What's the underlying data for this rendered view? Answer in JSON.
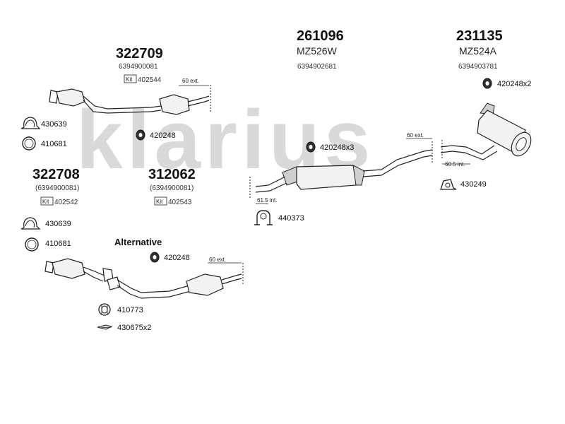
{
  "watermark": "klarius",
  "groups": [
    {
      "id": "g322709",
      "code": "322709",
      "ref": "6394900081",
      "kit_label": "Kit",
      "kit": "402544",
      "ext": "60 ext."
    },
    {
      "id": "g261096",
      "code": "261096",
      "model": "MZ526W",
      "ref": "6394902681"
    },
    {
      "id": "g231135",
      "code": "231135",
      "model": "MZ524A",
      "ref": "6394903781"
    },
    {
      "id": "g322708",
      "code": "322708",
      "ref": "(6394900081)",
      "kit_label": "Kit",
      "kit": "402542"
    },
    {
      "id": "g312062",
      "code": "312062",
      "ref": "(6394900081)",
      "kit_label": "Kit",
      "kit": "402543"
    }
  ],
  "parts": [
    {
      "id": "p430639a",
      "number": "430639",
      "icon": "clamp-icon"
    },
    {
      "id": "p410681a",
      "number": "410681",
      "icon": "ring-gasket-icon"
    },
    {
      "id": "p420248a",
      "number": "420248",
      "icon": "rubber-mount-icon"
    },
    {
      "id": "p420248x3",
      "number": "420248x3",
      "icon": "rubber-mount-icon"
    },
    {
      "id": "p420248x2",
      "number": "420248x2",
      "icon": "rubber-mount-icon"
    },
    {
      "id": "p430249",
      "number": "430249",
      "icon": "bracket-icon"
    },
    {
      "id": "p440373",
      "number": "440373",
      "icon": "pipe-clamp-icon"
    },
    {
      "id": "p430639b",
      "number": "430639",
      "icon": "clamp-icon"
    },
    {
      "id": "p410681b",
      "number": "410681",
      "icon": "ring-gasket-icon"
    },
    {
      "id": "p420248b",
      "number": "420248",
      "icon": "rubber-mount-icon"
    },
    {
      "id": "p410773",
      "number": "410773",
      "icon": "spring-ring-icon"
    },
    {
      "id": "p430675x2",
      "number": "430675x2",
      "icon": "bolt-icon"
    }
  ],
  "dimensions": {
    "front_ext": "60 ext.",
    "mid_ext": "60 ext.",
    "rear_int": "60.5 int.",
    "mid_int": "61.5 int.",
    "alt_ext": "60 ext."
  },
  "alternative_label": "Alternative"
}
